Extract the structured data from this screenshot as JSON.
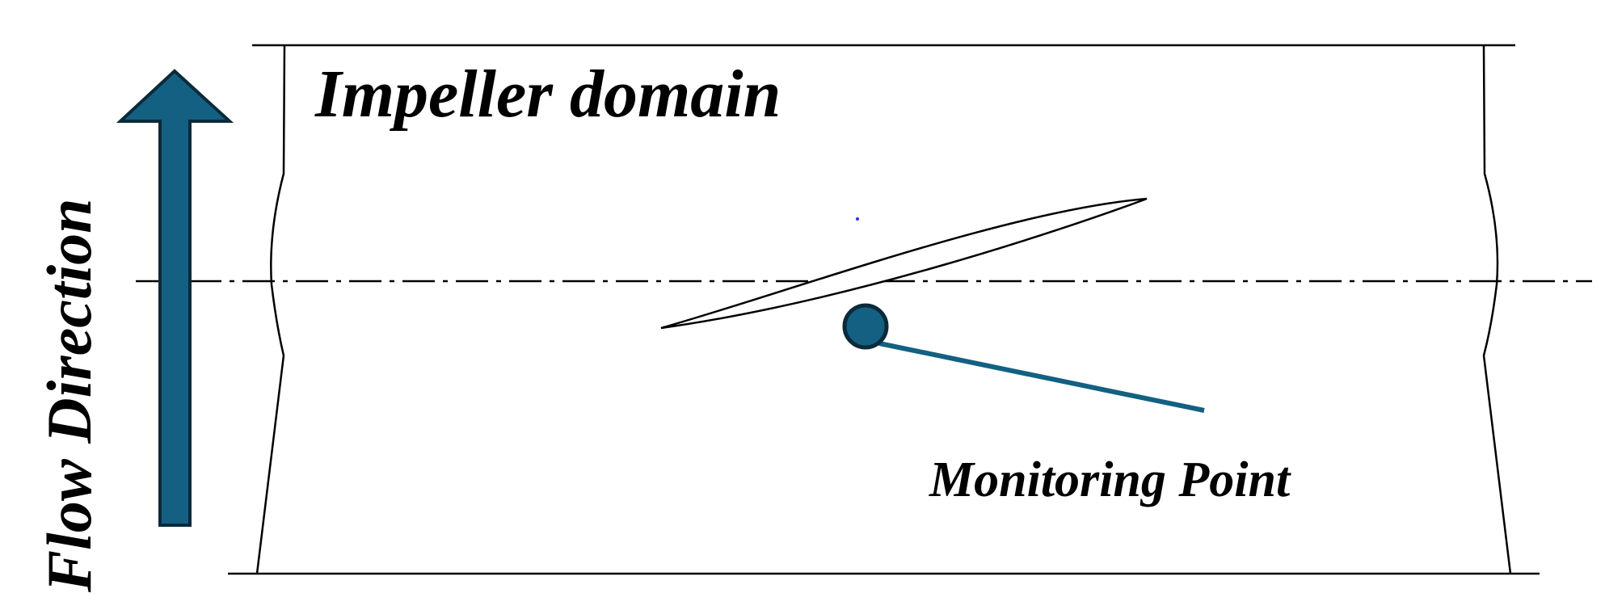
{
  "labels": {
    "domain_title": "Impeller domain",
    "flow_direction": "Flow Direction",
    "monitoring_point": "Monitoring Point"
  },
  "colors": {
    "background": "#ffffff",
    "line": "#000000",
    "accent": "#136082",
    "accent_dark": "#0b2a3a",
    "marker_dot": "#2b2bff"
  },
  "icons": {
    "flow_arrow": "up-arrow-icon",
    "monitoring_marker": "circle-marker-icon"
  }
}
